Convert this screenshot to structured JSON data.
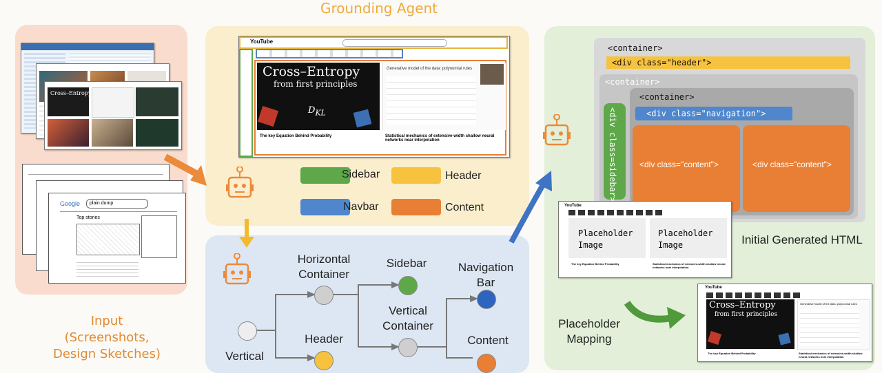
{
  "titles": {
    "grounding_agent": "Grounding Agent",
    "input": "Input",
    "input_sub1": "(Screenshots,",
    "input_sub2": "Design Sketches)"
  },
  "colors": {
    "sidebar": "#5ea84a",
    "header": "#f7c23e",
    "navbar": "#4f86cc",
    "content": "#e97f35",
    "title_orange": "#f0a93a",
    "arrow_orange": "#ec8a3a",
    "arrow_blue": "#3f73c4",
    "arrow_green": "#4f9a3a"
  },
  "legend": [
    {
      "label": "Sidebar",
      "color": "#5ea84a"
    },
    {
      "label": "Header",
      "color": "#f7c23e"
    },
    {
      "label": "Navbar",
      "color": "#4f86cc"
    },
    {
      "label": "Content",
      "color": "#e97f35"
    }
  ],
  "tree": {
    "root": "Vertical",
    "horizontal": "Horizontal\nContainer",
    "header": "Header",
    "sidebar": "Sidebar",
    "vertical_container": "Vertical\nContainer",
    "navigation_bar": "Navigation\nBar",
    "content": "Content"
  },
  "html_layout": {
    "container": "<container>",
    "header": "<div class=\"header\">",
    "sidebar": "<div class=sidebar>",
    "navigation": "<div class=\"navigation\">",
    "content": "<div class=\"content\">"
  },
  "output": {
    "initial_label": "Initial Generated HTML",
    "placeholder": "Placeholder Image",
    "mapping_label_1": "Placeholder",
    "mapping_label_2": "Mapping"
  },
  "thumbnail": {
    "brand": "YouTube",
    "hero_title_1": "Cross–Entropy",
    "hero_title_2": "from first principles",
    "hero_glyph": "D",
    "hero_sub": "KL",
    "video_1": "The key Equation Behind Probability",
    "video_2": "Statistical mechanics of extensive-width shallow neural networks near interpolation",
    "panel_title": "Generative model of the data: polynomial rules",
    "sketch_search": "Google",
    "sketch_query": "plain dump",
    "sketch_box": "Top stories"
  }
}
